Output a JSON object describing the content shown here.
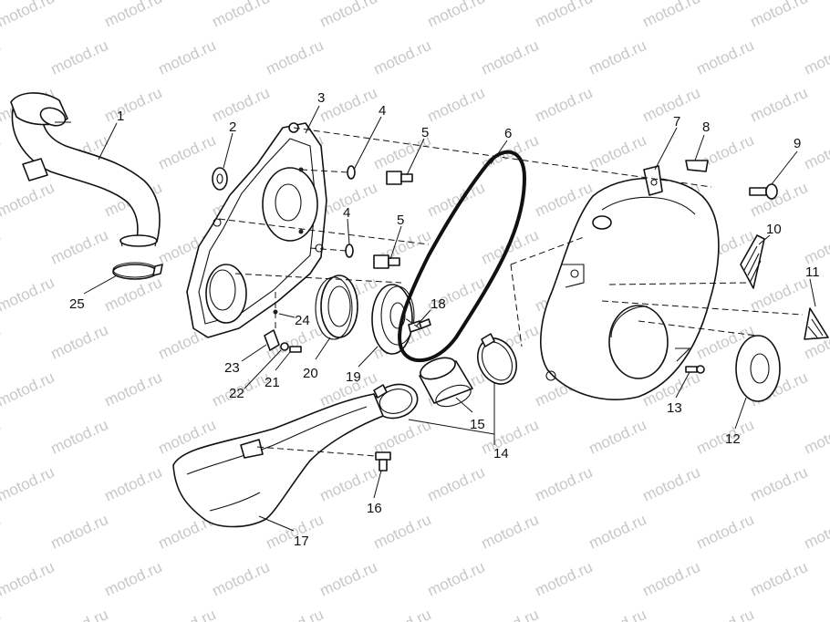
{
  "watermark": {
    "text": "motod.ru"
  },
  "callouts": [
    {
      "id": "1",
      "label": "1"
    },
    {
      "id": "2",
      "label": "2"
    },
    {
      "id": "3",
      "label": "3"
    },
    {
      "id": "4a",
      "label": "4"
    },
    {
      "id": "4b",
      "label": "4"
    },
    {
      "id": "5a",
      "label": "5"
    },
    {
      "id": "5b",
      "label": "5"
    },
    {
      "id": "6",
      "label": "6"
    },
    {
      "id": "7",
      "label": "7"
    },
    {
      "id": "8",
      "label": "8"
    },
    {
      "id": "9",
      "label": "9"
    },
    {
      "id": "10",
      "label": "10"
    },
    {
      "id": "11",
      "label": "11"
    },
    {
      "id": "12",
      "label": "12"
    },
    {
      "id": "13",
      "label": "13"
    },
    {
      "id": "14",
      "label": "14"
    },
    {
      "id": "15",
      "label": "15"
    },
    {
      "id": "16",
      "label": "16"
    },
    {
      "id": "17",
      "label": "17"
    },
    {
      "id": "18",
      "label": "18"
    },
    {
      "id": "19",
      "label": "19"
    },
    {
      "id": "20",
      "label": "20"
    },
    {
      "id": "21",
      "label": "21"
    },
    {
      "id": "22",
      "label": "22"
    },
    {
      "id": "23",
      "label": "23"
    },
    {
      "id": "24",
      "label": "24"
    },
    {
      "id": "25",
      "label": "25"
    }
  ]
}
